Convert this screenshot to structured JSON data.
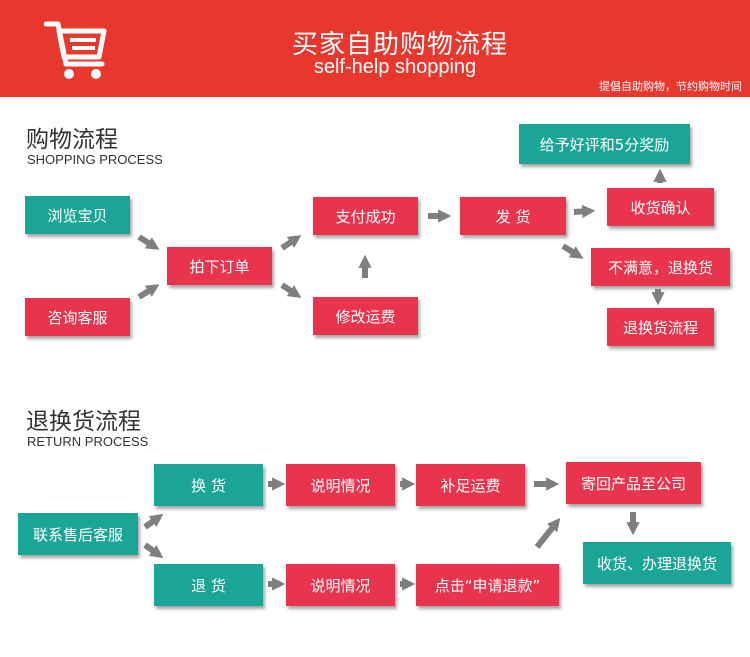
{
  "header": {
    "title": "买家自助购物流程",
    "subtitle": "self-help shopping",
    "slogan": "提倡自助购物，节约购物时间",
    "icon": "shopping-cart-icon",
    "bg_color": "#e8382e"
  },
  "shopping": {
    "title": "购物流程",
    "subtitle": "SHOPPING PROCESS",
    "browse": "浏览宝贝",
    "consult": "咨询客服",
    "order": "拍下订单",
    "paid": "支付成功",
    "modify_fee": "修改运费",
    "ship": "发    货",
    "confirm": "收货确认",
    "review": "给予好评和5分奖励",
    "unsatisfied": "不满意，退换货",
    "return_flow": "退换货流程"
  },
  "returns": {
    "title": "退换货流程",
    "subtitle": "RETURN PROCESS",
    "contact": "联系售后客服",
    "exchange": "换    货",
    "refund": "退    货",
    "explain_1": "说明情况",
    "explain_2": "说明情况",
    "add_fee": "补足运费",
    "apply_refund": "点击“申请退款”",
    "send_back": "寄回产品至公司",
    "receive": "收货、办理退换货"
  },
  "colors": {
    "red_box": "#e8344d",
    "teal_box": "#1aa596",
    "arrow": "#7f7f7f"
  }
}
